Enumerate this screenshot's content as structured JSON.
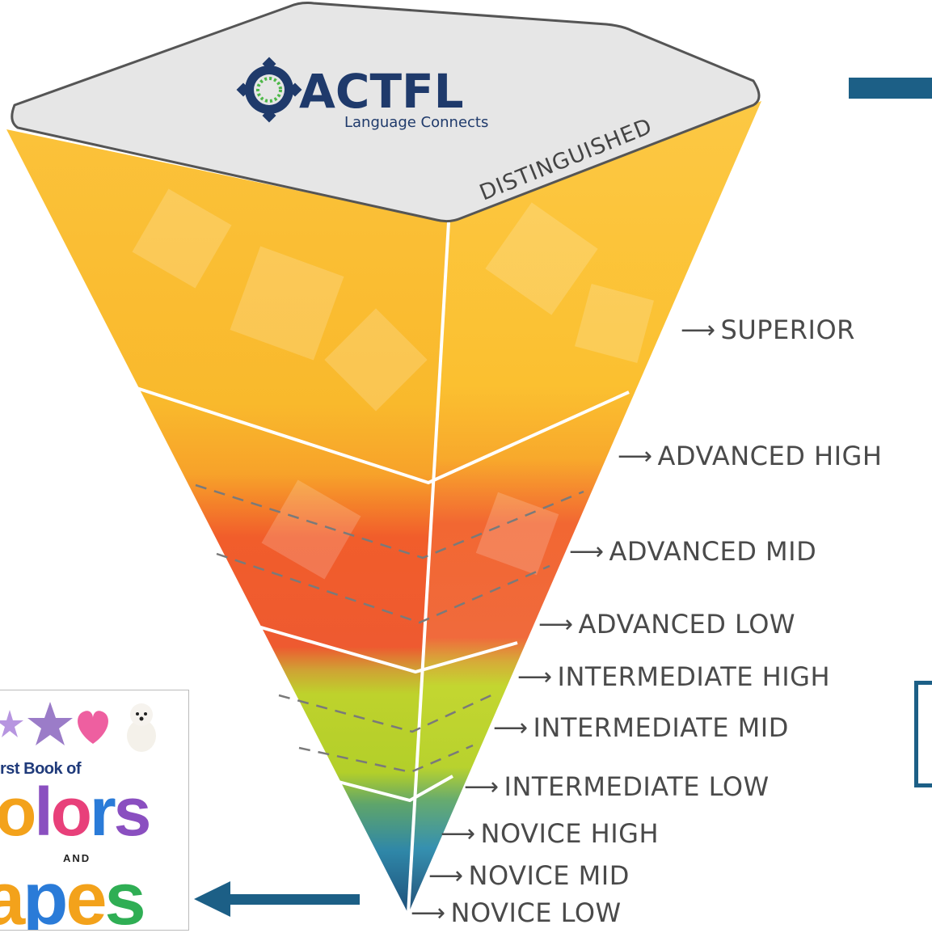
{
  "logo": {
    "name": "ACTFL",
    "tagline": "Language Connects"
  },
  "top_label": "DISTINGUISHED",
  "levels": [
    {
      "label": "SUPERIOR"
    },
    {
      "label": "ADVANCED HIGH"
    },
    {
      "label": "ADVANCED MID"
    },
    {
      "label": "ADVANCED LOW"
    },
    {
      "label": "INTERMEDIATE HIGH"
    },
    {
      "label": "INTERMEDIATE MID"
    },
    {
      "label": "INTERMEDIATE LOW"
    },
    {
      "label": "NOVICE HIGH"
    },
    {
      "label": "NOVICE MID"
    },
    {
      "label": "NOVICE LOW"
    }
  ],
  "book": {
    "subtitle": "rst Book of",
    "word1": [
      "o",
      "l",
      "o",
      "r",
      "s"
    ],
    "and": "AND",
    "word2": [
      "a",
      "p",
      "e",
      "s"
    ]
  },
  "colors": {
    "navy": "#1c5f86",
    "superior": "#f9b92c",
    "advanced": "#ef5a2a",
    "intermediate": "#b8d02a",
    "novice": "#2f7fa6"
  }
}
